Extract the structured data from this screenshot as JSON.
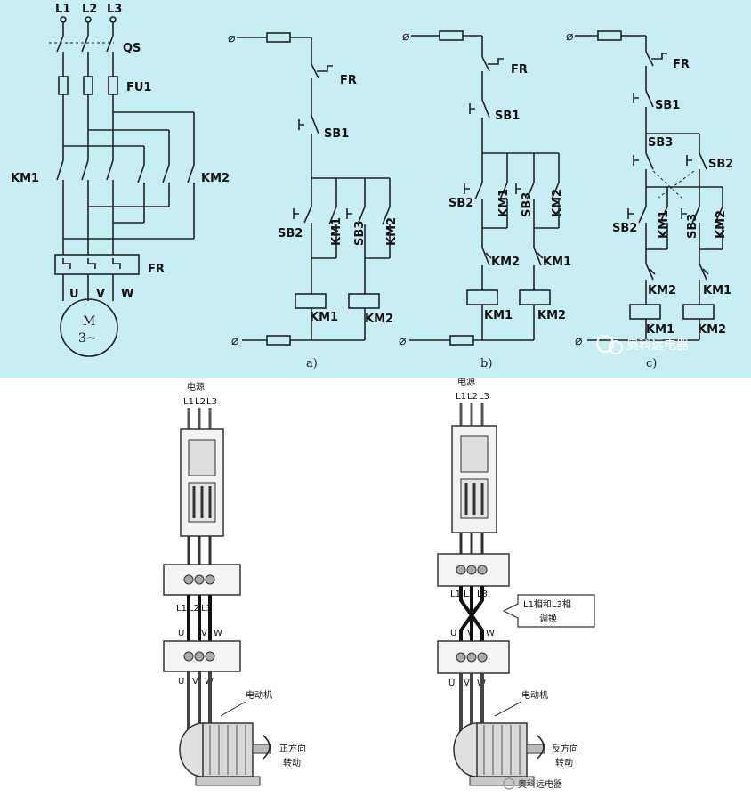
{
  "top": {
    "power": {
      "l1": "L1",
      "l2": "L2",
      "l3": "L3",
      "qs": "QS",
      "fu1": "FU1",
      "km1": "KM1",
      "km2": "KM2",
      "fr": "FR",
      "u": "U",
      "v": "V",
      "w": "W",
      "motor": "M",
      "motor_sub": "3~"
    },
    "a": {
      "fr": "FR",
      "sb1": "SB1",
      "sb2": "SB2",
      "km1": "KM1",
      "sb3": "SB3",
      "km2": "KM2",
      "coil_km1": "KM1",
      "coil_km2": "KM2",
      "caption": "a)"
    },
    "b": {
      "fr": "FR",
      "sb1": "SB1",
      "sb2": "SB2",
      "km1": "KM1",
      "sb3": "SB3",
      "km2": "KM2",
      "il_km2": "KM2",
      "il_km1": "KM1",
      "coil_km1": "KM1",
      "coil_km2": "KM2",
      "caption": "b)"
    },
    "c": {
      "fr": "FR",
      "sb1": "SB1",
      "sb3": "SB3",
      "sb2": "SB2",
      "sb2_lo": "SB2",
      "km1": "KM1",
      "sb3_lo": "SB3",
      "km2": "KM2",
      "il_km2": "KM2",
      "il_km1": "KM1",
      "coil_km1": "KM1",
      "coil_km2": "KM2",
      "caption": "c)"
    },
    "watermark": "奥科远电器"
  },
  "bottom": {
    "left": {
      "power": "电源",
      "l1": "L1",
      "l2": "L2",
      "l3": "L3",
      "t_l1": "L1",
      "t_l2": "L2",
      "t_l3": "L3",
      "u": "U",
      "v": "V",
      "w": "W",
      "u2": "U",
      "v2": "V",
      "w2": "W",
      "motor": "电动机",
      "dir1": "正方向",
      "dir2": "转动"
    },
    "right": {
      "power": "电源",
      "l1": "L1",
      "l2": "L2",
      "l3": "L3",
      "t_l1": "L1",
      "t_l2": "L2",
      "t_l3": "L3",
      "u": "U",
      "v": "V",
      "w": "W",
      "u2": "U",
      "v2": "V",
      "w2": "W",
      "motor": "电动机",
      "note1": "L1相和L3相",
      "note2": "调换",
      "dir1": "反方向",
      "dir2": "转动"
    },
    "watermark": "奥科远电器"
  }
}
